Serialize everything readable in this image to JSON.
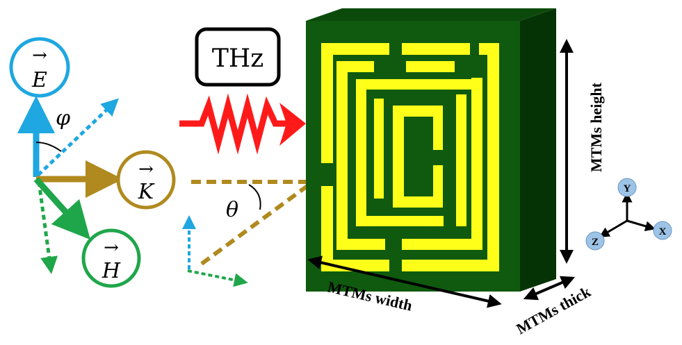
{
  "labels": {
    "thz": "THz",
    "e_vec": "E",
    "k_vec": "K",
    "h_vec": "H",
    "phi": "φ",
    "theta": "θ",
    "height": "MTMs height",
    "width": "MTMs width",
    "thick": "MTMs thick",
    "axis_y": "Y",
    "axis_x": "X",
    "axis_z": "Z"
  },
  "colors": {
    "e_blue": "#1ea7e1",
    "k_gold": "#b08a1e",
    "h_green": "#1fa64a",
    "thz_red": "#ff1a1a",
    "substrate_front": "#0f5a0f",
    "substrate_side": "#063306",
    "metal_yellow": "#ffff1a",
    "axis_ball": "#9dc3e6"
  }
}
